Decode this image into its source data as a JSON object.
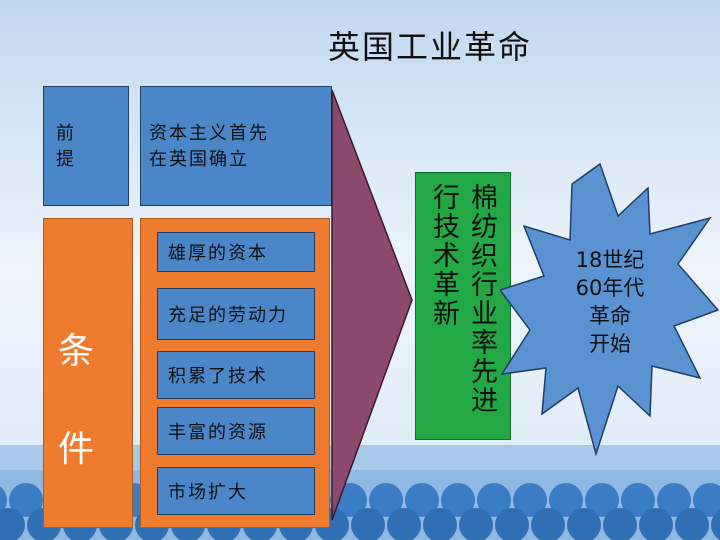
{
  "title": "英国工业革命",
  "premise": {
    "label_line1": "前",
    "label_line2": "提",
    "content_line1": "资本主义首先",
    "content_line2": "在英国确立"
  },
  "conditions": {
    "label_line1": "条",
    "label_line2": "件",
    "items": [
      "雄厚的资本",
      "充足的劳动力",
      "积累了技术",
      "丰富的资源",
      "市场扩大"
    ]
  },
  "result": {
    "col1": "棉纺织行业率先进",
    "col2": "行技术革新"
  },
  "burst": {
    "line1": "18世纪",
    "line2": "60年代",
    "line3": "革命",
    "line4": "开始"
  },
  "colors": {
    "sky": "#dde9f6",
    "box_blue": "#4a86c8",
    "box_orange": "#ee7b2e",
    "box_green": "#22a845",
    "arrow": "#8c4a6c",
    "burst": "#5b93d2"
  }
}
